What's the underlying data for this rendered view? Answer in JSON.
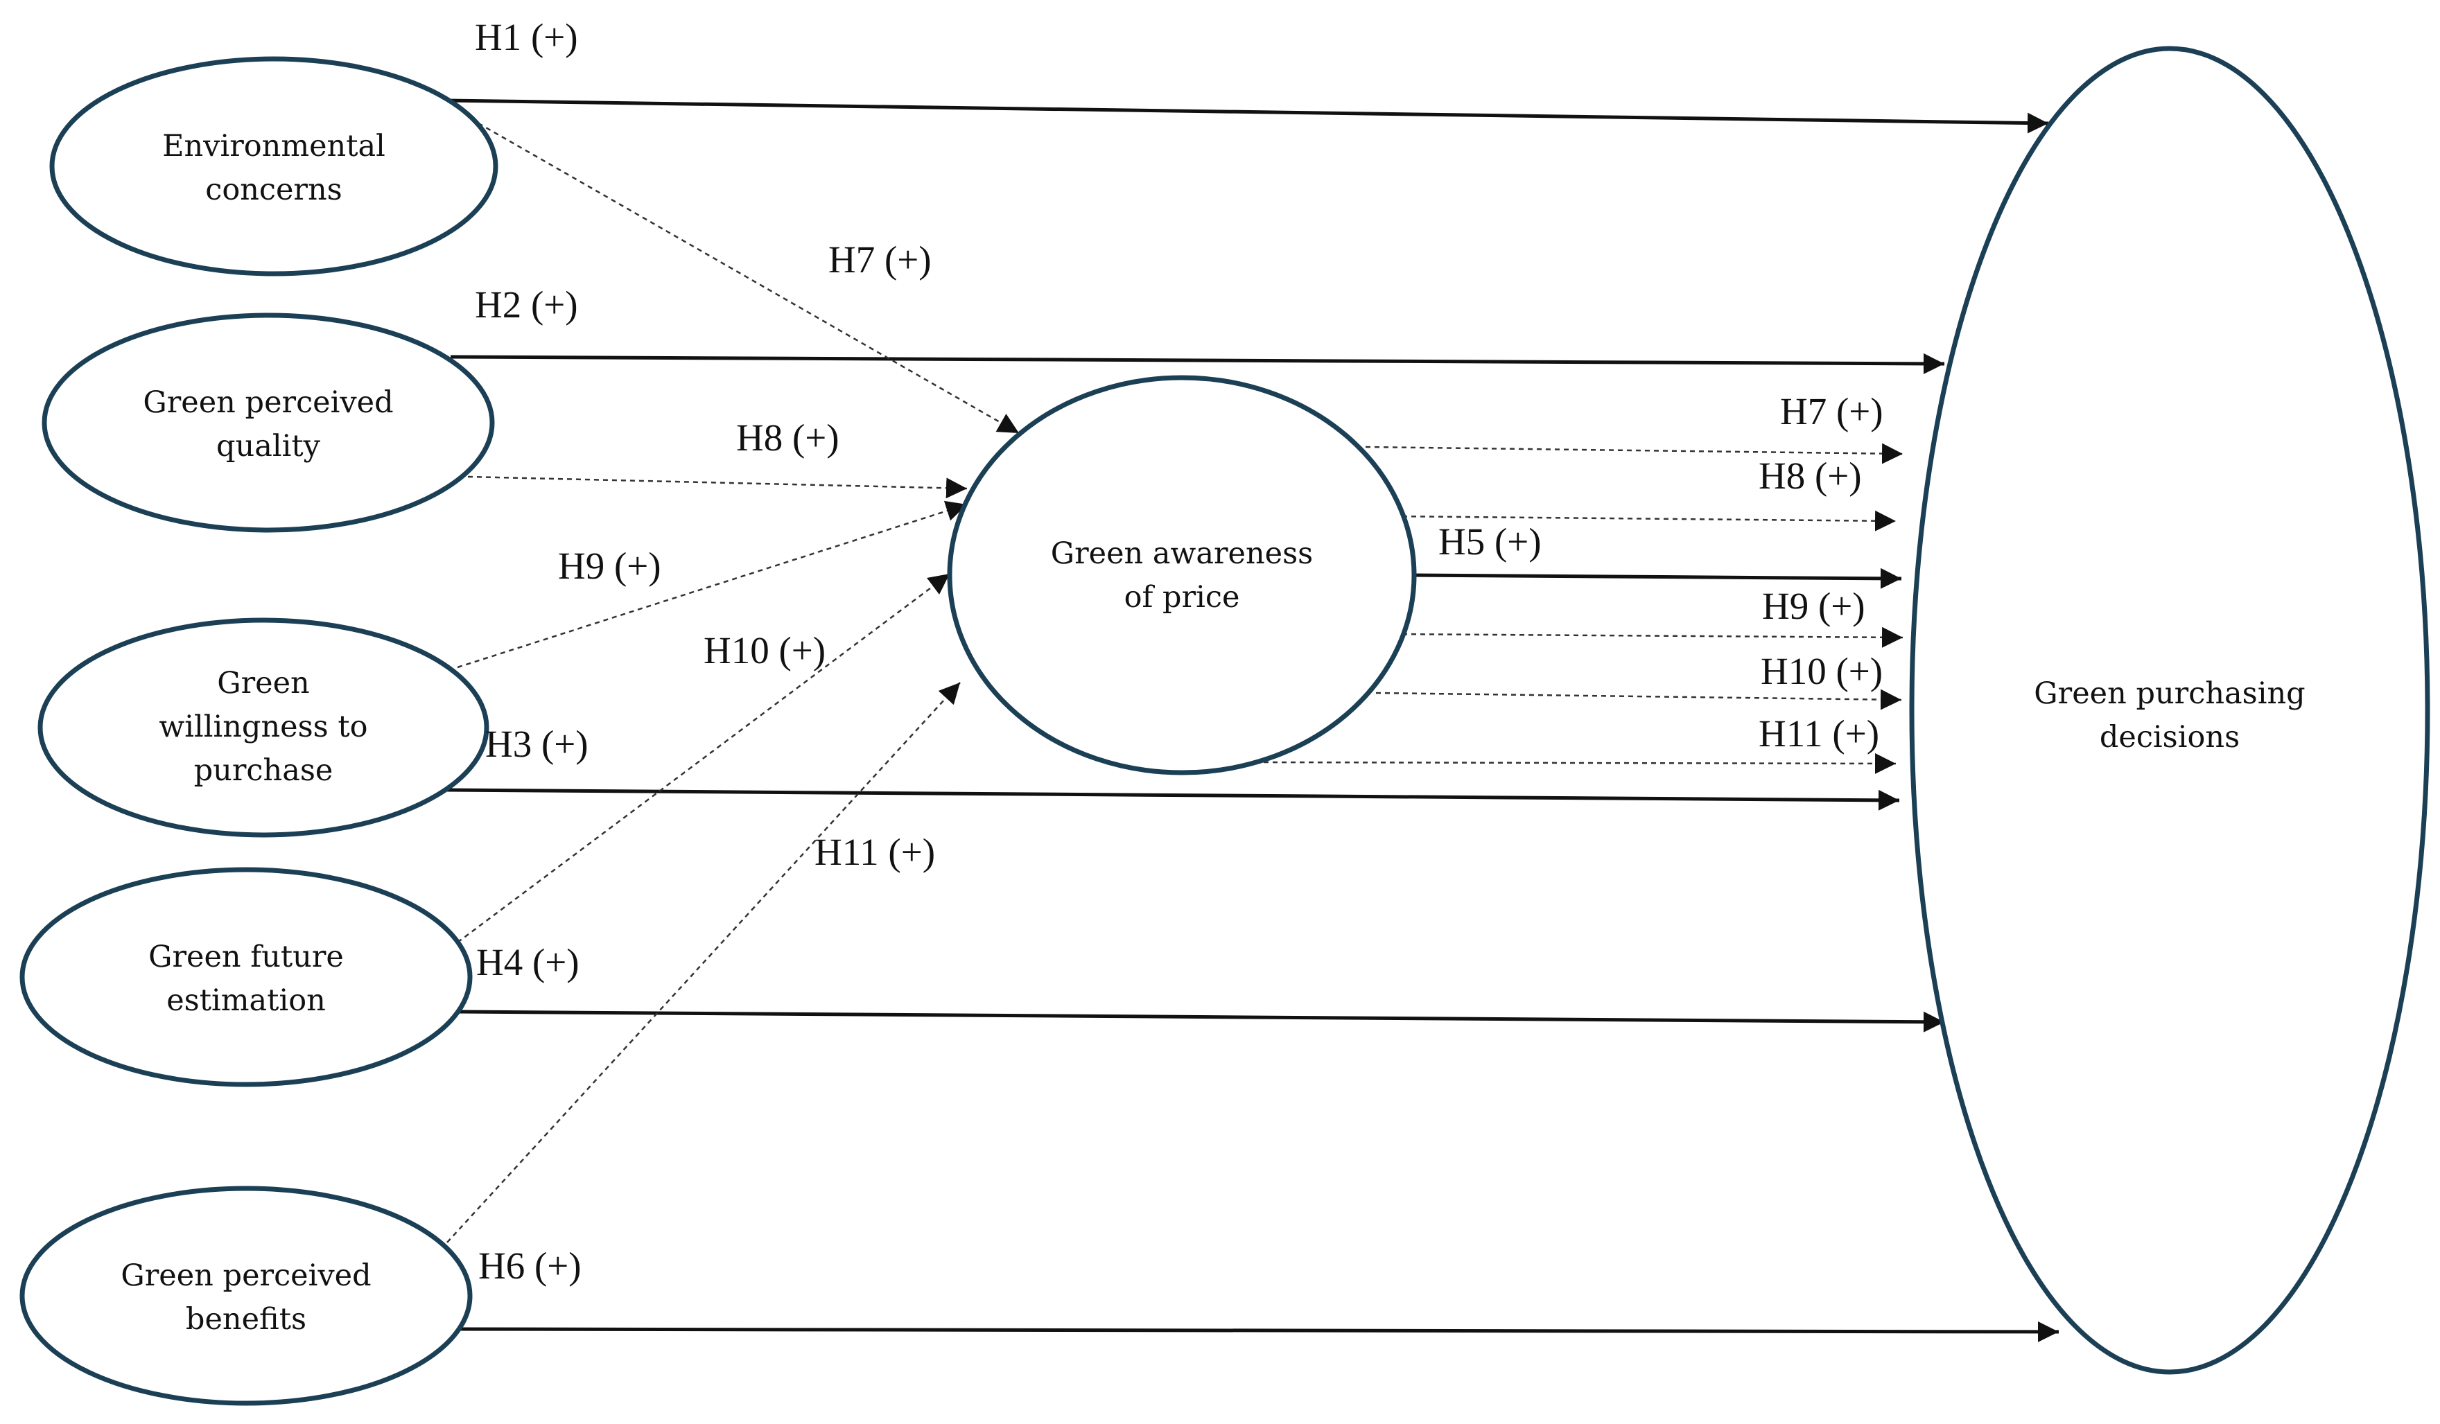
{
  "nodes": {
    "env": {
      "label_lines": [
        "Environmental",
        "concerns"
      ]
    },
    "gpq": {
      "label_lines": [
        "Green perceived",
        "quality"
      ]
    },
    "gwp": {
      "label_lines": [
        "Green",
        "willingness to",
        "purchase"
      ]
    },
    "gfe": {
      "label_lines": [
        "Green future",
        "estimation"
      ]
    },
    "gpb": {
      "label_lines": [
        "Green perceived",
        "benefits"
      ]
    },
    "gap": {
      "label_lines": [
        "Green awareness",
        "of price"
      ]
    },
    "gpd": {
      "label_lines": [
        "Green purchasing",
        "decisions"
      ]
    }
  },
  "edges": {
    "h1": "H1 (+)",
    "h2": "H2 (+)",
    "h3": "H3 (+)",
    "h4": "H4 (+)",
    "h6": "H6 (+)",
    "h5": "H5 (+)",
    "h7_in": "H7 (+)",
    "h8_in": "H8 (+)",
    "h9_in": "H9 (+)",
    "h10_in": "H10 (+)",
    "h11_in": "H11 (+)",
    "h7_out": "H7 (+)",
    "h8_out": "H8 (+)",
    "h9_out": "H9 (+)",
    "h10_out": "H10 (+)",
    "h11_out": "H11 (+)"
  }
}
